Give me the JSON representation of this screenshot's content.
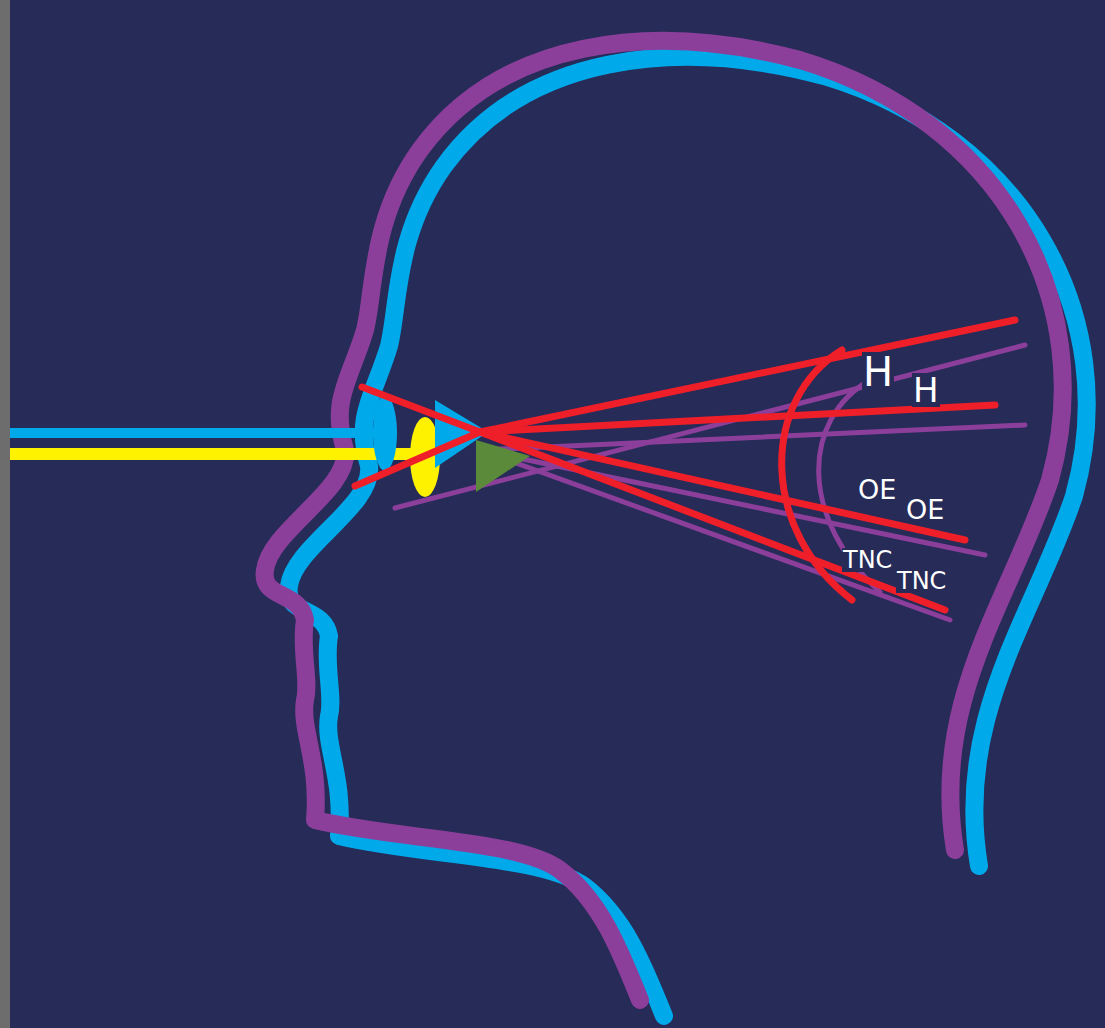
{
  "diagram": {
    "labels": [
      "H",
      "H",
      "OE",
      "OE",
      "TNC",
      "TNC"
    ]
  }
}
